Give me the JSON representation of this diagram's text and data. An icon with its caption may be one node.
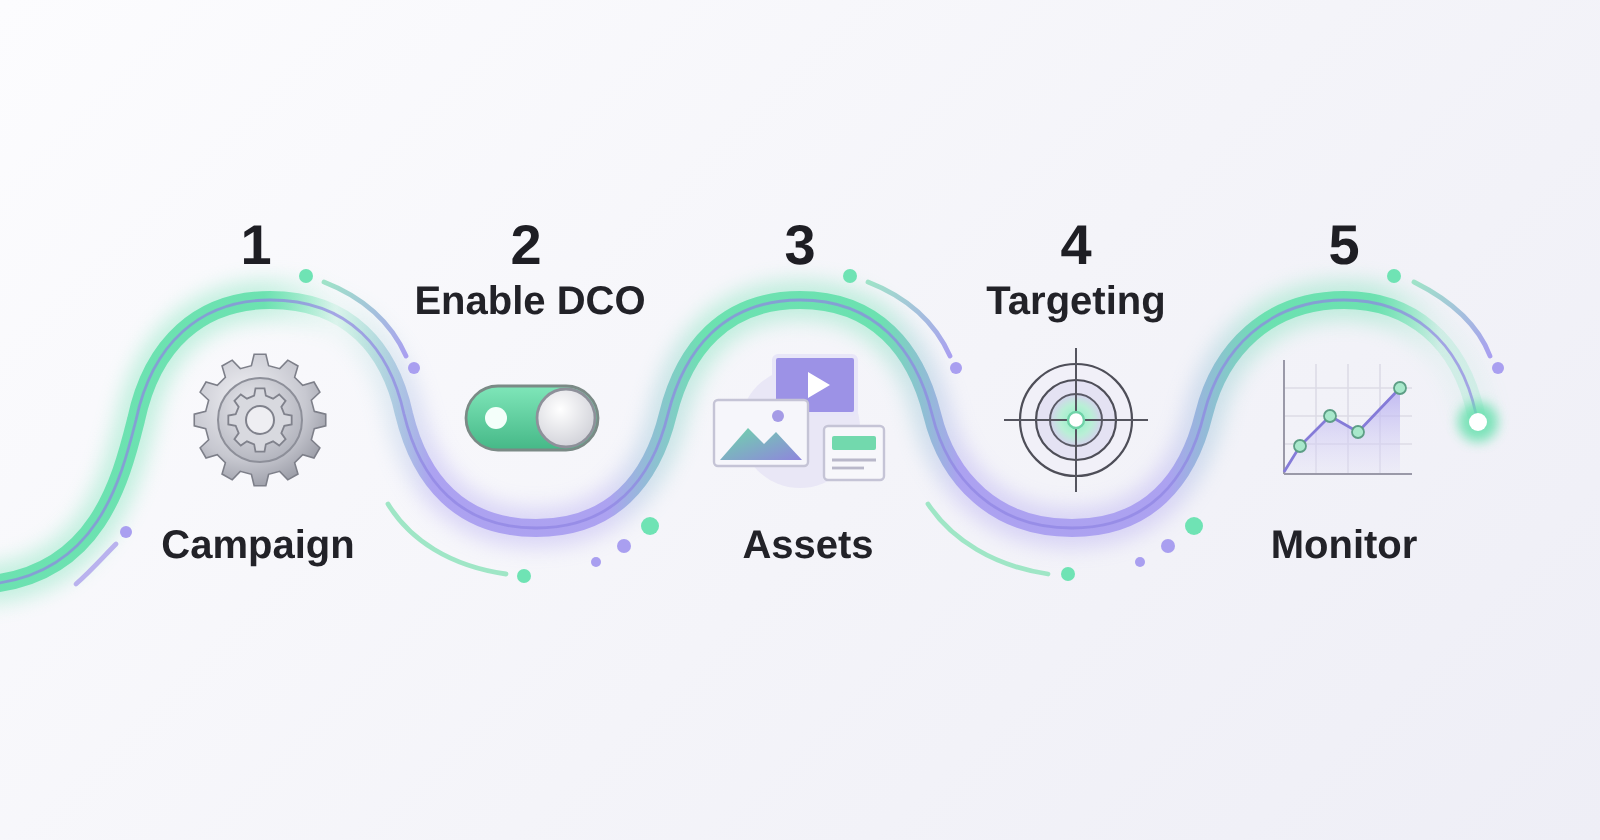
{
  "diagram": {
    "labels": [
      "1",
      "Campaign",
      "2",
      "Enable DCO",
      "3",
      "Assets",
      "4",
      "Targeting",
      "5",
      "Monitor"
    ]
  }
}
